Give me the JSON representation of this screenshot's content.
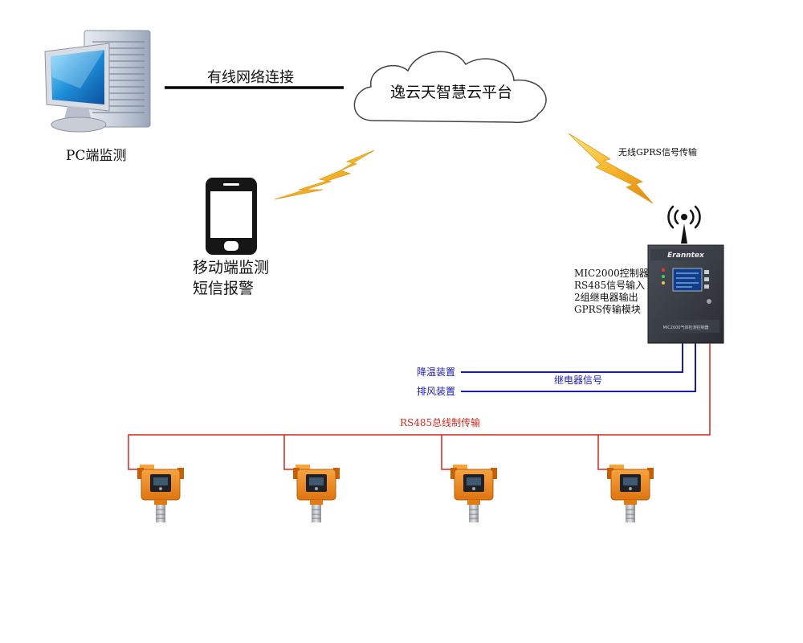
{
  "pc": {
    "label": "PC端监测"
  },
  "wired_link": {
    "label": "有线网络连接"
  },
  "cloud": {
    "label": "逸云天智慧云平台"
  },
  "wireless": {
    "label": "无线GPRS信号传输"
  },
  "mobile": {
    "label_line1": "移动端监测",
    "label_line2": "短信报警"
  },
  "controller": {
    "brand": "Eranntex",
    "bottom_label": "MIC2000气体检测控制器",
    "specs": [
      "MIC2000控制器",
      "RS485信号输入",
      "2组继电器输出",
      "GPRS传输模块"
    ]
  },
  "relay": {
    "cooling_label": "降温装置",
    "fan_label": "排风装置",
    "signal_label": "继电器信号",
    "color": "#1a1ab4"
  },
  "bus": {
    "label": "RS485总线制传输",
    "color": "#d9261c"
  },
  "detectors": [
    {
      "id": 1
    },
    {
      "id": 2
    },
    {
      "id": 3
    },
    {
      "id": 4
    }
  ],
  "colors": {
    "detector_body": "#f08a1c",
    "lightning": "#f6b62a",
    "screen": "#0f3f8c"
  }
}
